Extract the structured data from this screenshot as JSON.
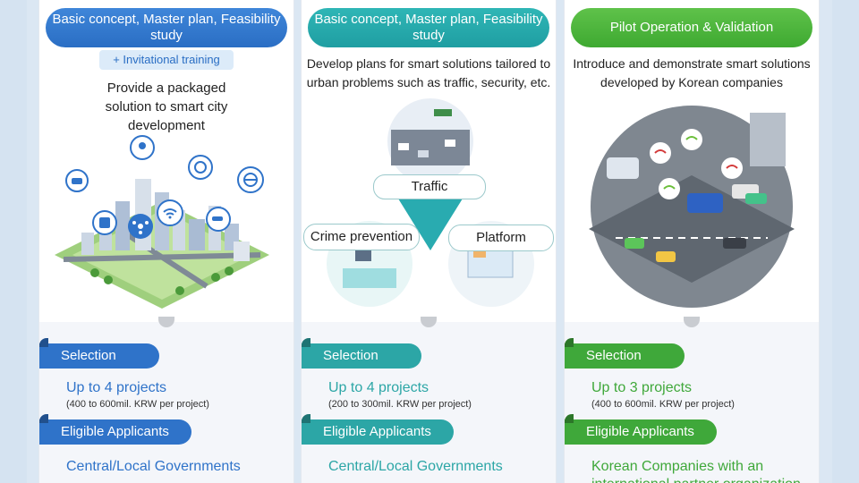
{
  "columns": [
    {
      "title": "Basic concept, Master plan, Feasibility study",
      "sub_tag": "+ Invitational training",
      "description": "Provide a packaged solution to smart city development",
      "selection_label": "Selection",
      "selection_value": "Up to 4 projects",
      "selection_budget": "(400 to 600mil. KRW per project)",
      "eligible_label": "Eligible Applicants",
      "eligible_value": "Central/Local Governments",
      "accent": "#2f73c9"
    },
    {
      "title": "Basic concept, Master plan, Feasibility study",
      "description": "Develop plans for smart solutions tailored to urban problems such as traffic, security, etc.",
      "bubble_traffic": "Traffic",
      "bubble_crime": "Crime prevention",
      "bubble_platform": "Platform",
      "selection_label": "Selection",
      "selection_value": "Up to 4 projects",
      "selection_budget": "(200 to 300mil. KRW per project)",
      "eligible_label": "Eligible Applicants",
      "eligible_value": "Central/Local Governments",
      "accent": "#2ca6a6"
    },
    {
      "title": "Pilot Operation & Validation",
      "description": "Introduce and demonstrate smart solutions developed by Korean companies",
      "selection_label": "Selection",
      "selection_value": "Up to 3 projects",
      "selection_budget": "(400 to 600mil. KRW per project)",
      "eligible_label": "Eligible Applicants",
      "eligible_value_line1": "Korean Companies with an",
      "eligible_value_line2": "international partner organization",
      "accent": "#3fa83a"
    }
  ]
}
